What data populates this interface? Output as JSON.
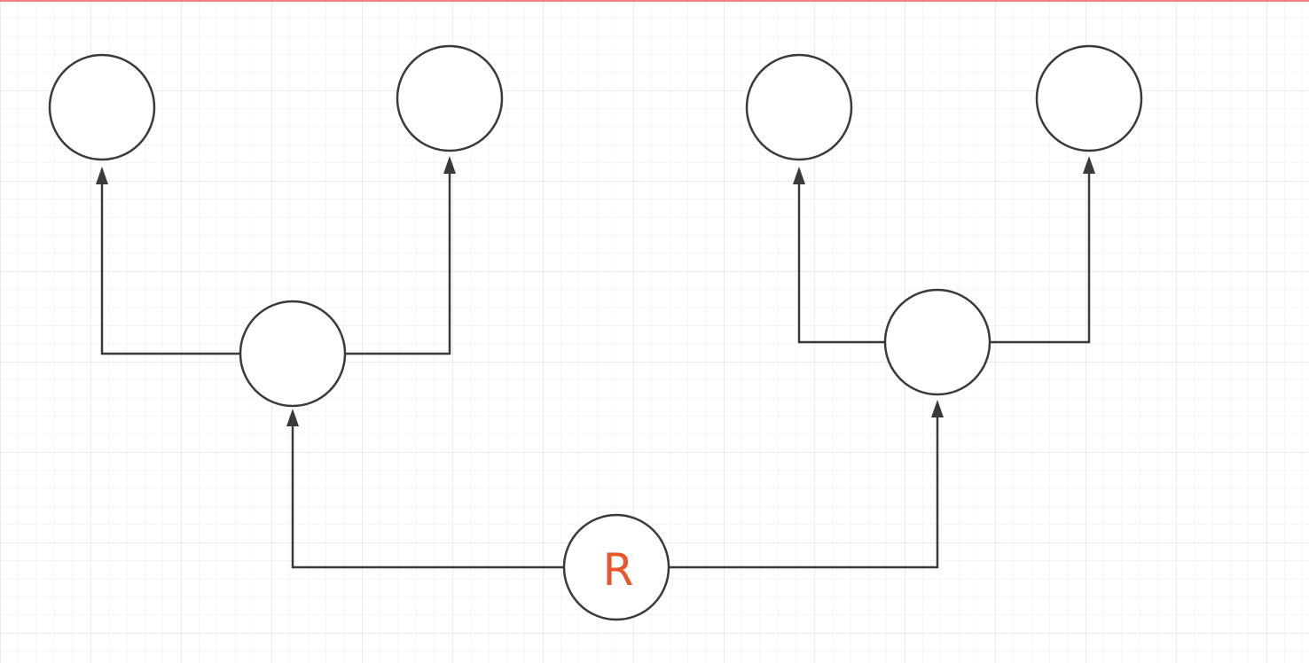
{
  "diagram": {
    "root_label": "R",
    "colors": {
      "root_label": "#e8562a",
      "grid_minor": "#ececec",
      "grid_major": "#e0e0e0",
      "top_border": "#f08080",
      "stroke": "#3a3a3a",
      "node_fill": "#ffffff"
    },
    "nodes": [
      {
        "id": "root",
        "label": "R"
      },
      {
        "id": "left-child",
        "label": ""
      },
      {
        "id": "right-child",
        "label": ""
      },
      {
        "id": "left-left-leaf",
        "label": ""
      },
      {
        "id": "left-right-leaf",
        "label": ""
      },
      {
        "id": "right-left-leaf",
        "label": ""
      },
      {
        "id": "right-right-leaf",
        "label": ""
      }
    ],
    "edges": [
      {
        "from": "root",
        "to": "left-child",
        "directed": true
      },
      {
        "from": "root",
        "to": "right-child",
        "directed": true
      },
      {
        "from": "left-child",
        "to": "left-left-leaf",
        "directed": true
      },
      {
        "from": "left-child",
        "to": "left-right-leaf",
        "directed": true
      },
      {
        "from": "right-child",
        "to": "right-left-leaf",
        "directed": true
      },
      {
        "from": "right-child",
        "to": "right-right-leaf",
        "directed": true
      }
    ]
  }
}
